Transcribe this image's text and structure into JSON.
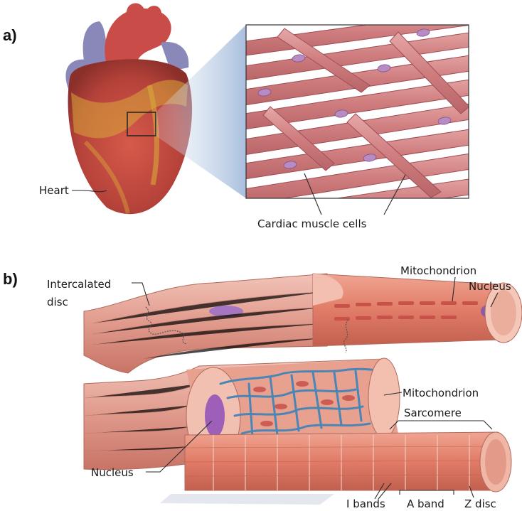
{
  "panel_a": {
    "letter": "a)",
    "heart_label": "Heart",
    "cells_label": "Cardiac muscle cells"
  },
  "panel_b": {
    "letter": "b)",
    "intercalated_label_line1": "Intercalated",
    "intercalated_label_line2": "disc",
    "mitochondrion_top_label": "Mitochondrion",
    "nucleus_top_label": "Nucleus",
    "mitochondrion_mid_label": "Mitochondrion",
    "sarcomere_label": "Sarcomere",
    "nucleus_bottom_label": "Nucleus",
    "i_bands_label": "I bands",
    "a_band_label": "A band",
    "z_disc_label": "Z disc"
  },
  "colors": {
    "muscle": "#d98a7e",
    "muscle_dark": "#b35a52",
    "heart_red": "#c0443a",
    "fat_yellow": "#d9a83a",
    "nucleus_purple": "#9b6bb5",
    "reticulum_blue": "#4a86b5"
  }
}
